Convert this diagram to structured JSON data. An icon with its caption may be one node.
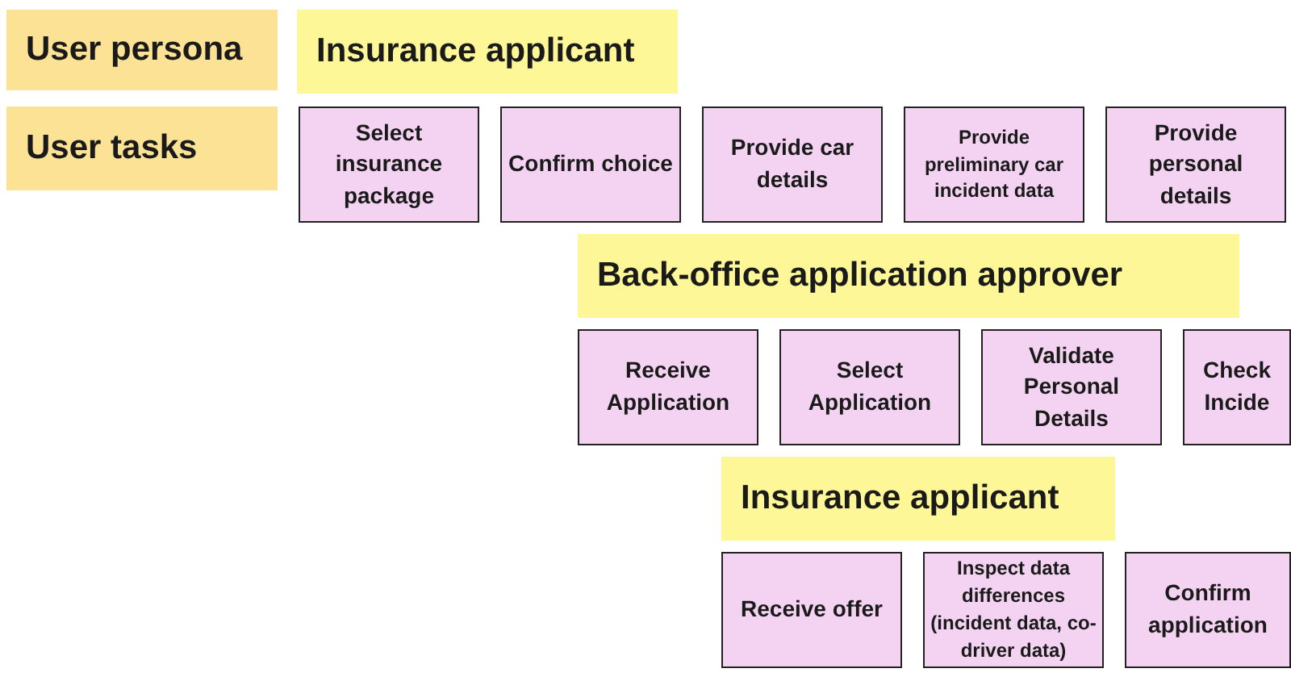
{
  "diagram": {
    "nodes": [
      {
        "text": [
          "User persona"
        ]
      },
      {
        "text": [
          "User tasks"
        ]
      },
      {
        "text": [
          "Insurance applicant"
        ]
      },
      {
        "text": [
          "Select insurance package"
        ]
      },
      {
        "text": [
          "Confirm choice"
        ]
      },
      {
        "text": [
          "Provide car details"
        ]
      },
      {
        "text": [
          "Provide preliminary car incident data"
        ]
      },
      {
        "text": [
          "Provide personal details"
        ]
      },
      {
        "text": [
          "Back-office application approver"
        ]
      },
      {
        "text": [
          "Receive Application"
        ]
      },
      {
        "text": [
          "Select Application"
        ]
      },
      {
        "text": [
          "Validate Personal Details"
        ]
      },
      {
        "text": [
          "Check Incide"
        ]
      },
      {
        "text": [
          "Insurance applicant"
        ]
      },
      {
        "text": [
          "Receive offer"
        ]
      },
      {
        "text": [
          "Inspect data differences (incident data, co-driver data)"
        ]
      },
      {
        "text": [
          "Confirm application"
        ]
      }
    ]
  }
}
